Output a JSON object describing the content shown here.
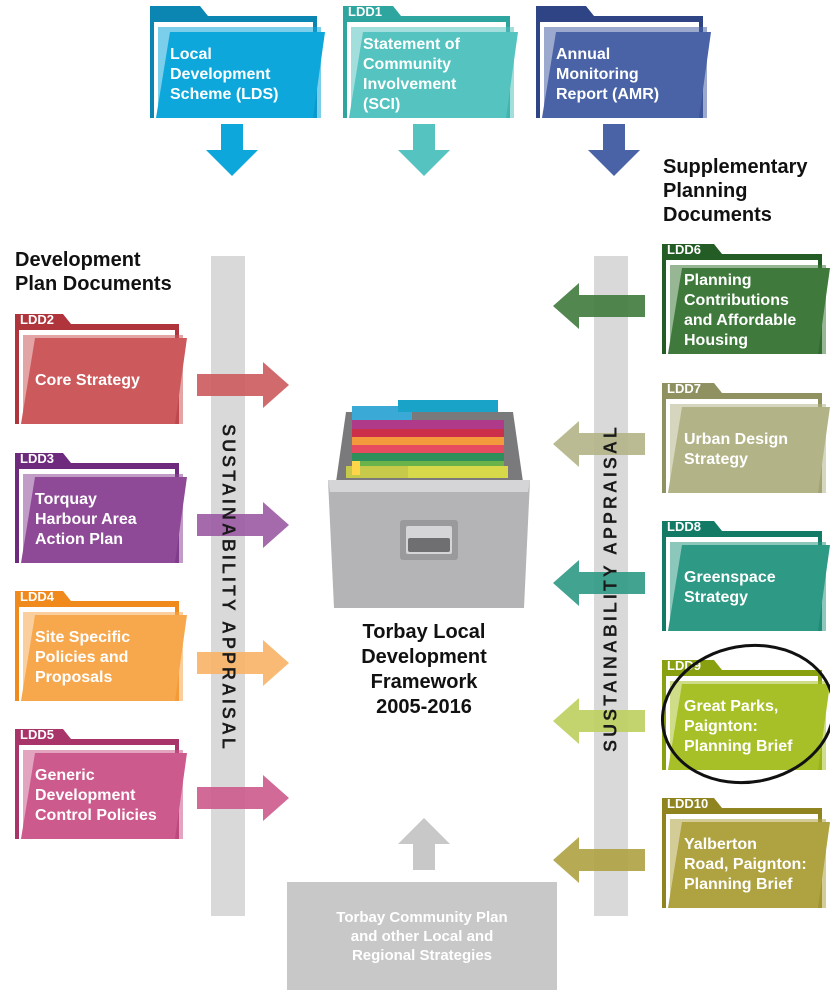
{
  "top_documents": [
    {
      "tab": "",
      "lines": [
        "Local",
        "Development",
        "Scheme (LDS)"
      ],
      "color": "#0ea7db",
      "dark": "#0b86b2",
      "arrow": "#0ea7db"
    },
    {
      "tab": "LDD1",
      "lines": [
        "Statement of",
        "Community",
        "Involvement",
        "(SCI)"
      ],
      "color": "#55c3bf",
      "dark": "#2ea59f",
      "arrow": "#55c3bf"
    },
    {
      "tab": "",
      "lines": [
        "Annual",
        "Monitoring",
        "Report (AMR)"
      ],
      "color": "#4a63a6",
      "dark": "#2e4485",
      "arrow": "#4a63a6"
    }
  ],
  "left_heading": [
    "Development",
    "Plan Documents"
  ],
  "right_heading": [
    "Supplementary",
    "Planning",
    "Documents"
  ],
  "dpd": [
    {
      "tab": "LDD2",
      "lines": [
        "Core Strategy"
      ],
      "color": "#cc5a5c",
      "dark": "#b0343c",
      "arrow": "#cc5a5c"
    },
    {
      "tab": "LDD3",
      "lines": [
        "Torquay",
        "Harbour Area",
        "Action Plan"
      ],
      "color": "#8e4a97",
      "dark": "#6e2a7c",
      "arrow": "#9a5aa3"
    },
    {
      "tab": "LDD4",
      "lines": [
        "Site Specific",
        "Policies and",
        "Proposals"
      ],
      "color": "#f7a84c",
      "dark": "#f08a1c",
      "arrow": "#f7b266"
    },
    {
      "tab": "LDD5",
      "lines": [
        "Generic",
        "Development",
        "Control Policies"
      ],
      "color": "#cc5a8c",
      "dark": "#a8346a",
      "arrow": "#cc5a8c"
    }
  ],
  "spd": [
    {
      "tab": "LDD6",
      "lines": [
        "Planning",
        "Contributions",
        "and Affordable",
        "Housing"
      ],
      "color": "#3f7a3c",
      "dark": "#235c24",
      "arrow": "#3f7a3c"
    },
    {
      "tab": "LDD7",
      "lines": [
        "Urban Design",
        "Strategy"
      ],
      "color": "#b2b487",
      "dark": "#8f9160",
      "arrow": "#b2b487"
    },
    {
      "tab": "LDD8",
      "lines": [
        "Greenspace",
        "Strategy"
      ],
      "color": "#2e9984",
      "dark": "#137a66",
      "arrow": "#2e9984"
    },
    {
      "tab": "LDD9",
      "lines": [
        "Great Parks,",
        "Paignton:",
        "Planning Brief"
      ],
      "color": "#a8c027",
      "dark": "#89a010",
      "arrow": "#bccf5e"
    },
    {
      "tab": "LDD10",
      "lines": [
        "Yalberton",
        "Road, Paignton:",
        "Planning Brief"
      ],
      "color": "#aea241",
      "dark": "#8f8420",
      "arrow": "#aea241"
    }
  ],
  "sustainability_left": "SUSTAINABILITY APPRAISAL",
  "sustainability_right": "SUSTAINABILITY APPRAISAL",
  "center_title": [
    "Torbay Local",
    "Development",
    "Framework",
    "2005-2016"
  ],
  "community_box": [
    "Torbay Community Plan",
    "and other Local and",
    "Regional Strategies"
  ],
  "colors": {
    "bar": "#d9d9da",
    "cabinet": "#b4b4b6",
    "community": "#c8c8c9",
    "highlight_ring": "#111111"
  },
  "icons": {
    "cabinet": "filing-cabinet-icon",
    "folder": "folder-icon",
    "arrow": "arrow-icon"
  }
}
